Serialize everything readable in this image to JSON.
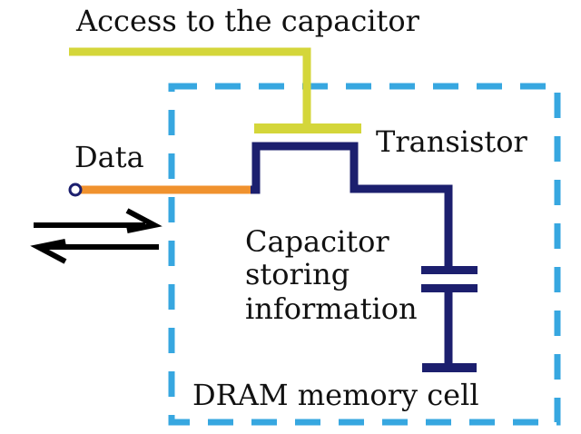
{
  "labels": {
    "access": "Access to the capacitor",
    "transistor": "Transistor",
    "data": "Data",
    "capacitor_line1": "Capacitor",
    "capacitor_line2": "storing",
    "capacitor_line3": "information",
    "cell": "DRAM memory cell"
  },
  "colors": {
    "access_line": "#d4d63a",
    "data_line": "#f0922e",
    "transistor_wire": "#1c1f6e",
    "cell_border": "#37a7e0",
    "arrows": "#000000",
    "text": "#111111"
  },
  "icons": {
    "data_terminal": "data-terminal-dot",
    "arrow_right": "arrow-right-icon",
    "arrow_left": "arrow-left-icon"
  }
}
